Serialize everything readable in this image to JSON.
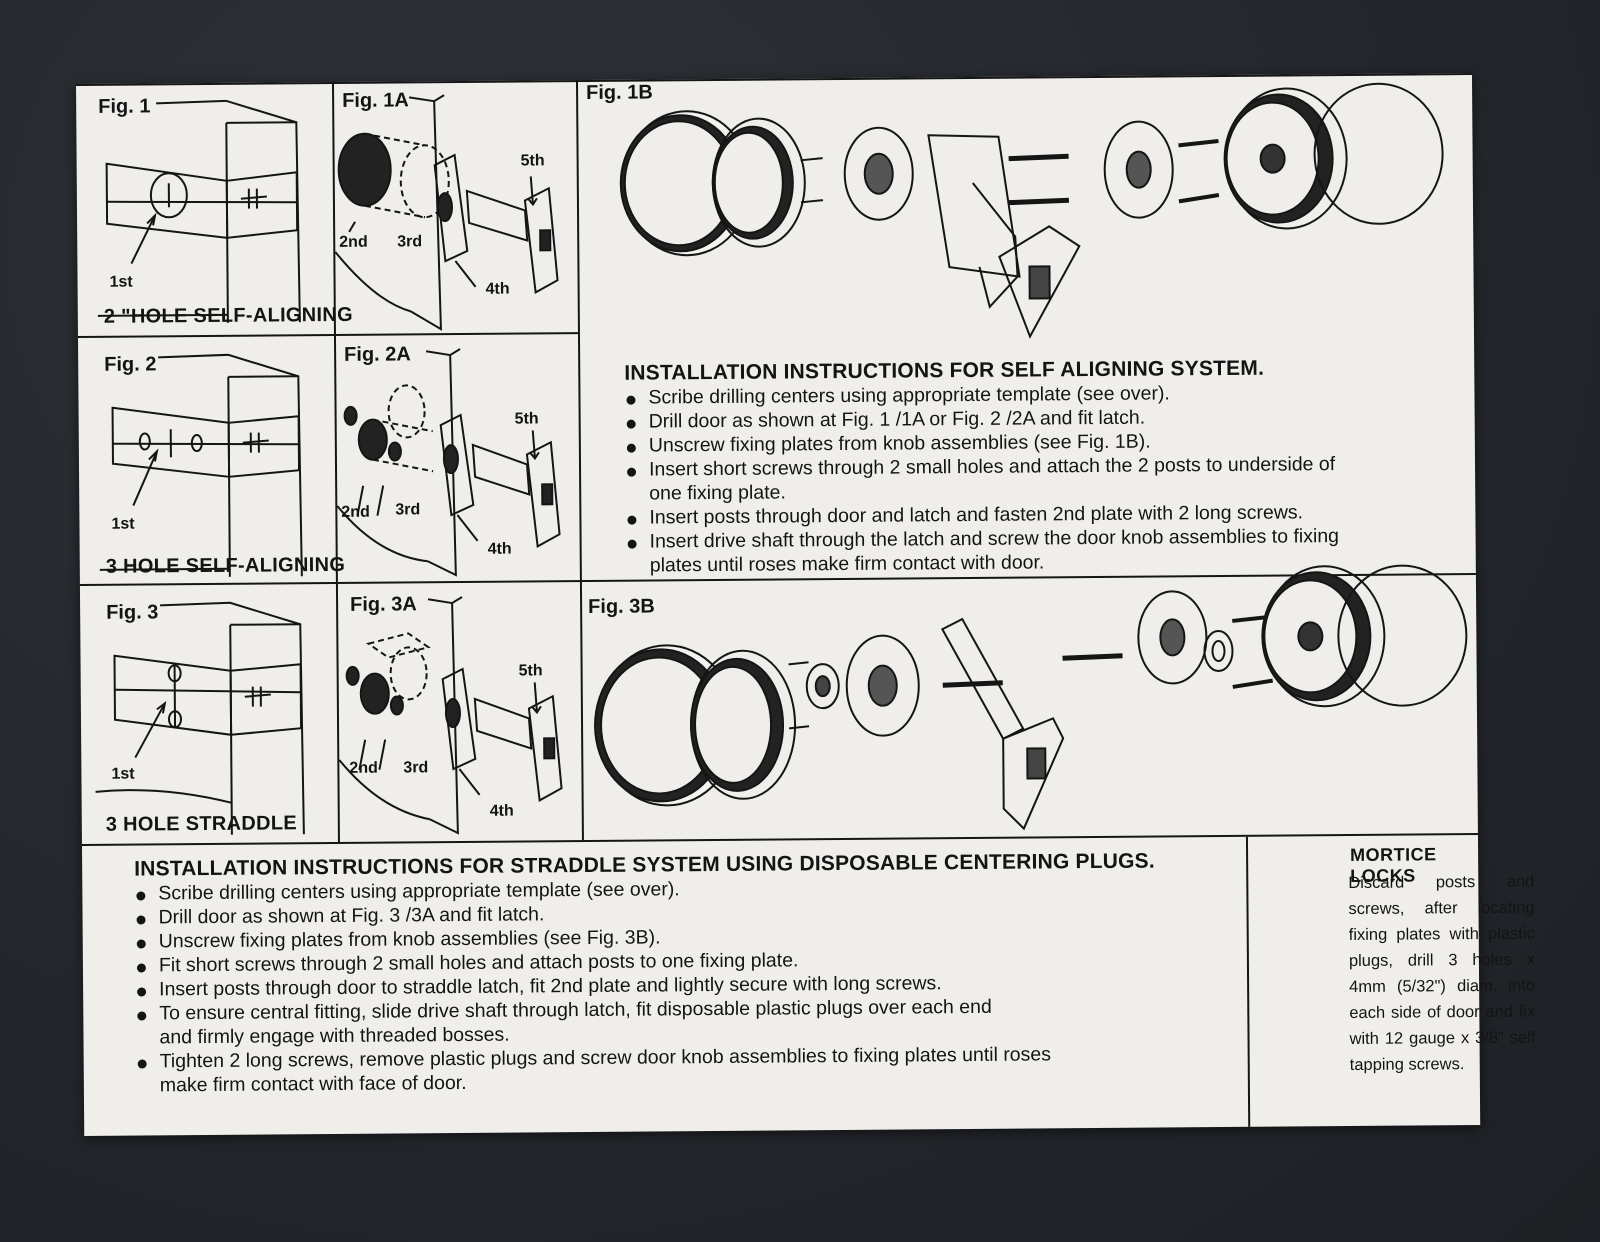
{
  "figures": {
    "fig1": {
      "label": "Fig. 1",
      "marker": "1st",
      "caption": "2 \"HOLE SELF-ALIGNING"
    },
    "fig1a": {
      "label": "Fig. 1A",
      "m2": "2nd",
      "m3": "3rd",
      "m4": "4th",
      "m5": "5th"
    },
    "fig1b": {
      "label": "Fig. 1B"
    },
    "fig2": {
      "label": "Fig. 2",
      "marker": "1st",
      "caption": "3 HOLE SELF-ALIGNING"
    },
    "fig2a": {
      "label": "Fig. 2A",
      "m2": "2nd",
      "m3": "3rd",
      "m4": "4th",
      "m5": "5th"
    },
    "fig3": {
      "label": "Fig. 3",
      "marker": "1st",
      "caption": "3 HOLE STRADDLE"
    },
    "fig3a": {
      "label": "Fig. 3A",
      "m2": "2nd",
      "m3": "3rd",
      "m4": "4th",
      "m5": "5th"
    },
    "fig3b": {
      "label": "Fig. 3B"
    }
  },
  "self_aligning": {
    "heading": "INSTALLATION INSTRUCTIONS FOR SELF ALIGNING SYSTEM.",
    "steps": [
      "Scribe drilling centers using appropriate template (see over).",
      "Drill door as shown at Fig. 1 /1A or Fig. 2 /2A and fit latch.",
      "Unscrew fixing plates from knob assemblies (see Fig. 1B).",
      "Insert short screws through 2 small holes and attach the 2 posts to underside of one fixing plate.",
      "Insert posts through door and latch and fasten 2nd plate with 2 long screws.",
      "Insert drive shaft through the latch and screw the door knob assemblies to fixing plates until roses make firm contact with door."
    ]
  },
  "straddle": {
    "heading": "INSTALLATION INSTRUCTIONS FOR STRADDLE SYSTEM USING DISPOSABLE CENTERING PLUGS.",
    "steps": [
      "Scribe drilling centers using appropriate template (see over).",
      "Drill door as shown at Fig. 3 /3A and fit latch.",
      "Unscrew fixing plates from knob assemblies (see Fig. 3B).",
      "Fit short screws through 2 small holes and attach posts to one fixing plate.",
      "Insert posts through door to straddle latch, fit 2nd plate and lightly secure with long screws.",
      "To ensure central fitting, slide drive shaft through latch, fit disposable plastic plugs over each end and firmly engage with threaded bosses.",
      "Tighten 2 long screws, remove plastic plugs and screw door knob assemblies to fixing plates until roses make firm contact with face of door."
    ]
  },
  "mortice": {
    "title": "MORTICE LOCKS",
    "body": "Discard posts and screws, after locating fixing plates with plastic plugs, drill 3 holes x 4mm (5/32\") diam. into each side of door and fix with 12 gauge x 3/8\" self tapping screws."
  }
}
